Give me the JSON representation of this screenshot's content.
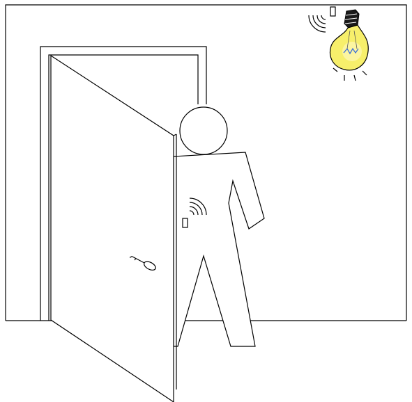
{
  "scene": {
    "elements": [
      "room-wall",
      "floor-line",
      "door-frame",
      "open-door",
      "door-key",
      "person",
      "wireless-sensor-on-person",
      "wireless-receiver-on-lamp",
      "light-bulb"
    ]
  },
  "colors": {
    "line": "#000000",
    "background": "#ffffff",
    "bulb_fill": "#f7ef6b",
    "bulb_glow": "#fff9c4",
    "filament": "#3b6fd8"
  }
}
